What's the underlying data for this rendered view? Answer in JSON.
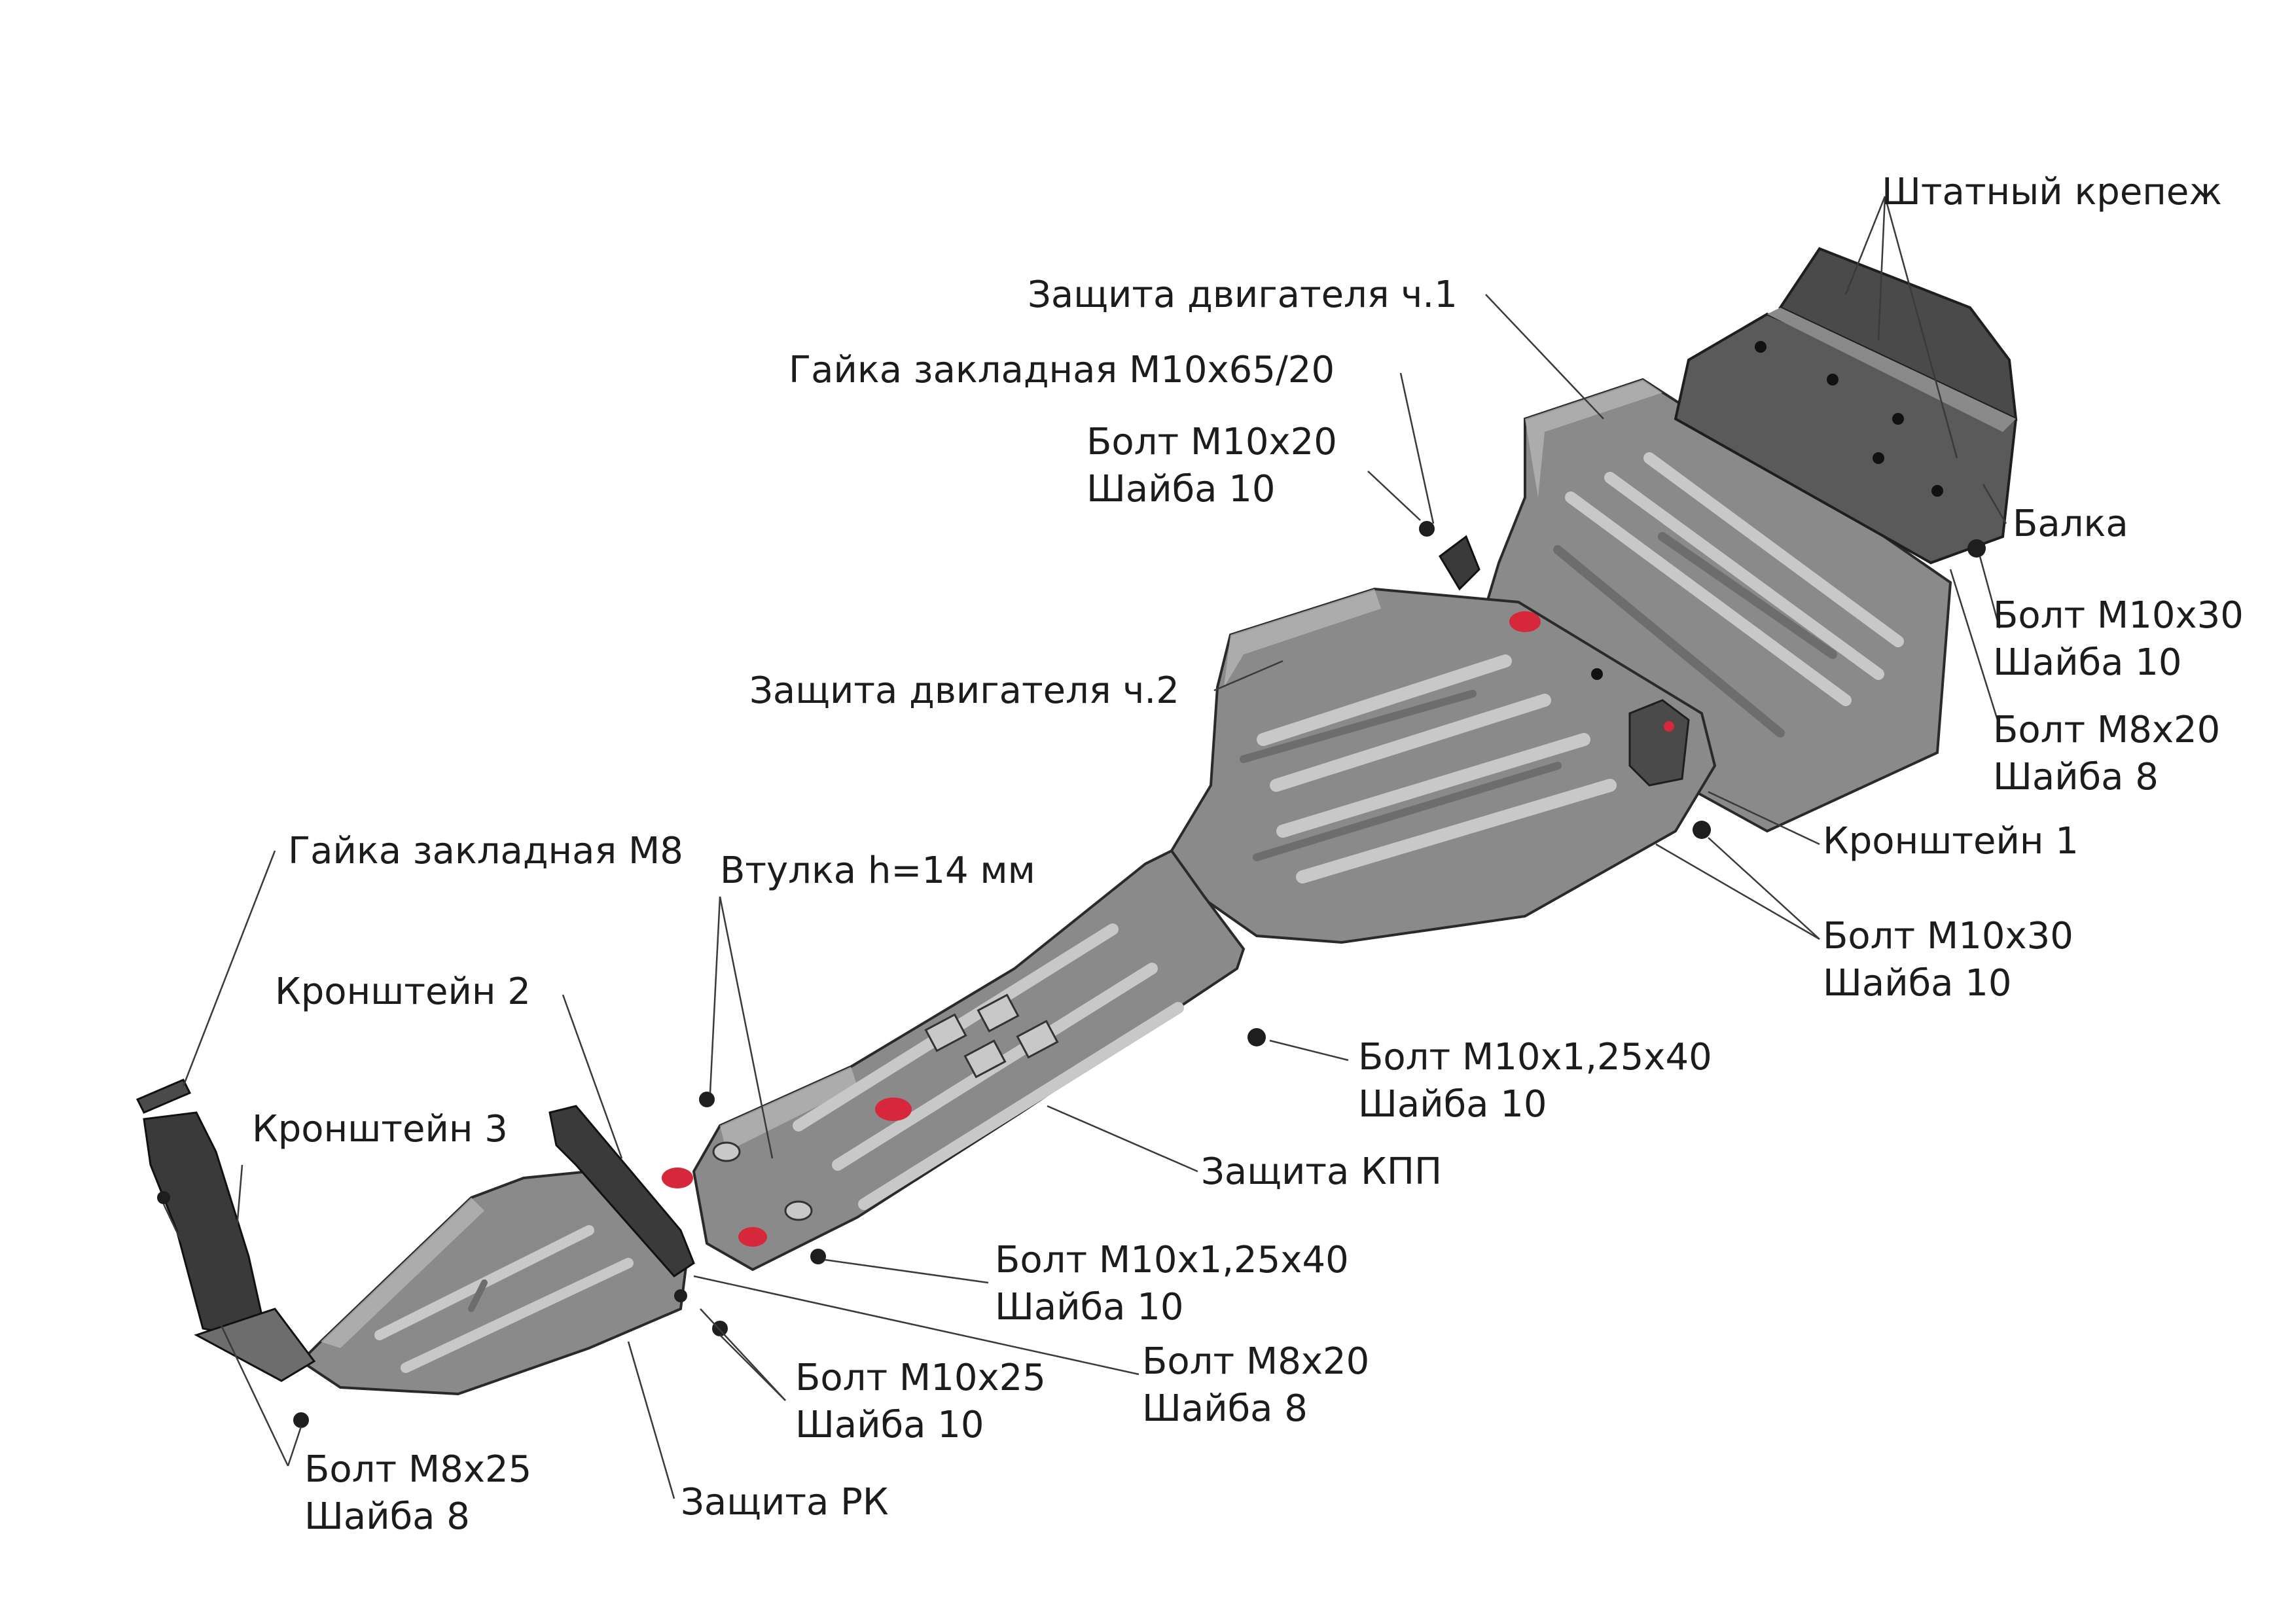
{
  "labels": {
    "shtatny_krepezh": "Штатный крепеж",
    "zashchita_dvigatelya_1": "Защита двигателя ч.1",
    "gayka_zakladnaya_m10": "Гайка закладная М10х65/20",
    "bolt_m10x20": "Болт М10х20",
    "shayba_10_a": "Шайба 10",
    "balka": "Балка",
    "bolt_m10x30_a": "Болт М10х30",
    "shayba_10_b": "Шайба 10",
    "bolt_m8x20_a": "Болт М8х20",
    "shayba_8_a": "Шайба 8",
    "zashchita_dvigatelya_2": "Защита двигателя ч.2",
    "kronshteyn_1": "Кронштейн 1",
    "bolt_m10x30_b": "Болт М10х30",
    "shayba_10_c": "Шайба 10",
    "gayka_zakladnaya_m8": "Гайка закладная М8",
    "vtulka": "Втулка h=14 мм",
    "kronshteyn_2": "Кронштейн 2",
    "bolt_m10x125x40_a": "Болт М10х1,25х40",
    "shayba_10_d": "Шайба 10",
    "kronshteyn_3": "Кронштейн 3",
    "zashchita_kpp": "Защита КПП",
    "bolt_m10x125x40_b": "Болт М10х1,25х40",
    "shayba_10_e": "Шайба 10",
    "bolt_m10x25": "Болт М10х25",
    "shayba_10_f": "Шайба 10",
    "bolt_m8x20_b": "Болт М8х20",
    "shayba_8_b": "Шайба 8",
    "bolt_m8x25": "Болт М8х25",
    "shayba_8_c": "Шайба 8",
    "zashchita_rk": "Защита РК"
  },
  "colors": {
    "plate_fill": "#8a8a8a",
    "plate_light": "#b4b4b4",
    "plate_dark": "#4a4a4a",
    "beam": "#5a5a5a",
    "rib": "#6d6d6d",
    "hole_red": "#d6283a",
    "leader_line": "#3a3a3a",
    "text": "#1c1c1c"
  }
}
